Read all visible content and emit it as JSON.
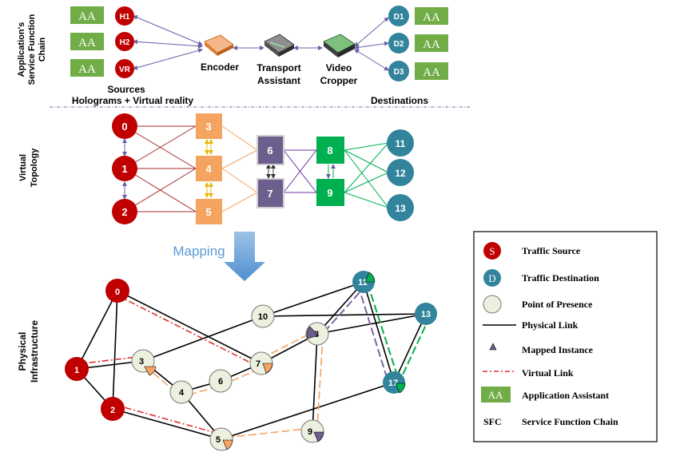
{
  "sections": {
    "sfc_label_1": "Application's",
    "sfc_label_2": "Service Function",
    "sfc_label_3": "Chain",
    "virtual_label_1": "Virtual",
    "virtual_label_2": "Topology",
    "physical_label_1": "Physical",
    "physical_label_2": "Infrastructure"
  },
  "sfc": {
    "assistant_badge": "AA",
    "sources": [
      "H1",
      "H2",
      "VR"
    ],
    "destinations": [
      "D1",
      "D2",
      "D3"
    ],
    "functions": {
      "encoder": "Encoder",
      "transport_1": "Transport",
      "transport_2": "Assistant",
      "cropper_1": "Video",
      "cropper_2": "Cropper"
    },
    "sources_title": "Sources",
    "sources_subtitle": "Holograms + Virtual reality",
    "destinations_title": "Destinations"
  },
  "virtual_topology": {
    "sources": [
      "0",
      "1",
      "2"
    ],
    "tier1": [
      "3",
      "4",
      "5"
    ],
    "tier2": [
      "6",
      "7"
    ],
    "tier3": [
      "8",
      "9"
    ],
    "destinations": [
      "11",
      "12",
      "13"
    ]
  },
  "mapping_label": "Mapping",
  "physical": {
    "source_nodes": [
      "0",
      "1",
      "2"
    ],
    "pop_nodes": [
      "3",
      "4",
      "5",
      "6",
      "7",
      "8",
      "9",
      "10"
    ],
    "destination_nodes": [
      "11",
      "13",
      "17"
    ]
  },
  "legend": {
    "source_symbol": "S",
    "destination_symbol": "D",
    "assistant_symbol": "AA",
    "sfc_symbol": "SFC",
    "items": [
      "Traffic Source",
      "Traffic Destination",
      "Point of Presence",
      "Physical Link",
      "Mapped Instance",
      "Virtual Link",
      "Application Assistant",
      "Service Function Chain"
    ]
  },
  "colors": {
    "source_red": "#c00000",
    "destination_teal": "#31849b",
    "pop_fill": "#ebf1de",
    "assistant_green": "#70ad47",
    "tier1_orange": "#f4a460",
    "tier2_purple": "#6c5f8d",
    "tier3_green": "#00b050",
    "virtual_link_red": "#e03030",
    "mapping_arrow_blue": "#5b9bd5"
  }
}
